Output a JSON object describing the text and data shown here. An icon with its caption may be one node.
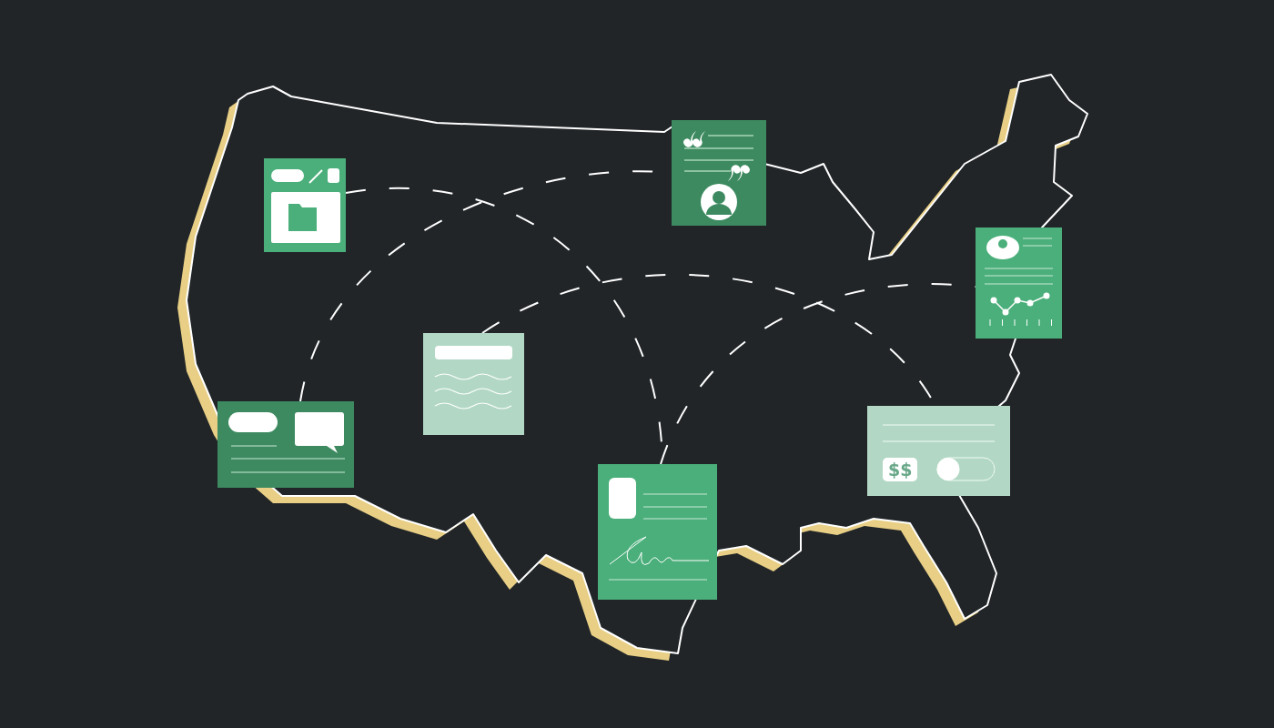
{
  "diagram": {
    "nodes": [
      {
        "text": [],
        "shape": "picture"
      },
      {
        "text": [],
        "shape": "picture"
      },
      {
        "text": [],
        "shape": "picture"
      },
      {
        "text": [],
        "shape": "picture"
      },
      {
        "text": [],
        "shape": "picture"
      },
      {
        "text": [
          "$$"
        ]
      },
      {
        "text": [],
        "shape": "picture"
      }
    ],
    "edges": [
      {
        "from": 0,
        "to": 6,
        "arrow": "none",
        "style": "dashed"
      },
      {
        "from": 4,
        "to": 1,
        "arrow": "none",
        "style": "dashed"
      },
      {
        "from": 3,
        "to": 5,
        "arrow": "none",
        "style": "dashed"
      },
      {
        "from": 6,
        "to": 2,
        "arrow": "none",
        "style": "dashed"
      }
    ]
  }
}
